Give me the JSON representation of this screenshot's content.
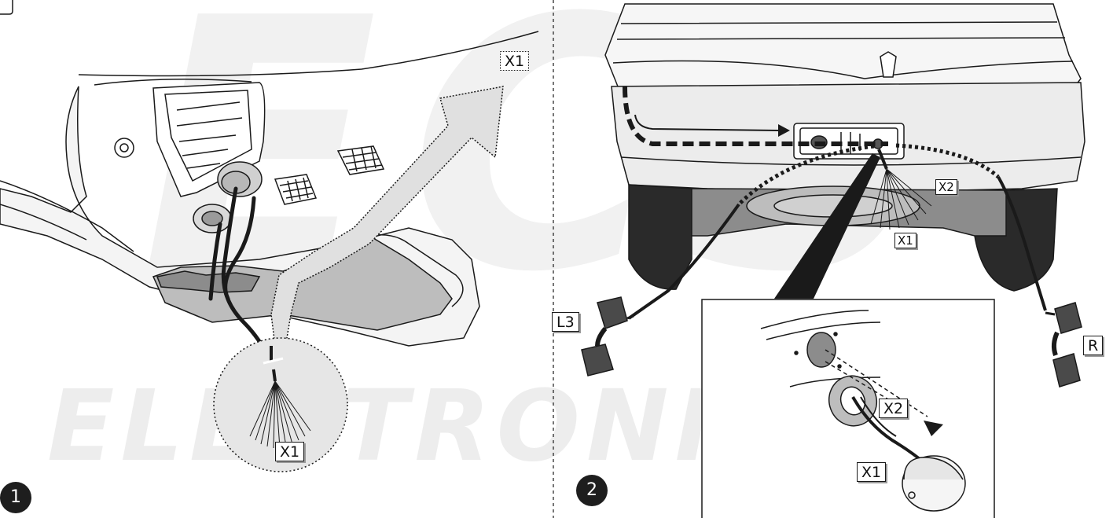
{
  "watermark": {
    "brand": "ECS",
    "text": "ELECTRONICS"
  },
  "panel1": {
    "step": "1",
    "labels": {
      "x1_top": "X1",
      "x1_bottom": "X1"
    }
  },
  "panel2": {
    "step": "2",
    "labels": {
      "x2_main": "X2",
      "x1_main": "X1",
      "l3": "L3",
      "r": "R",
      "x2_inset": "X2",
      "x1_inset": "X1"
    }
  },
  "colors": {
    "line": "#1a1a1a",
    "fill_light": "#e6e6e6",
    "fill_mid": "#bdbdbd",
    "fill_dark": "#8c8c8c",
    "step_bg": "#1e1e1e"
  }
}
